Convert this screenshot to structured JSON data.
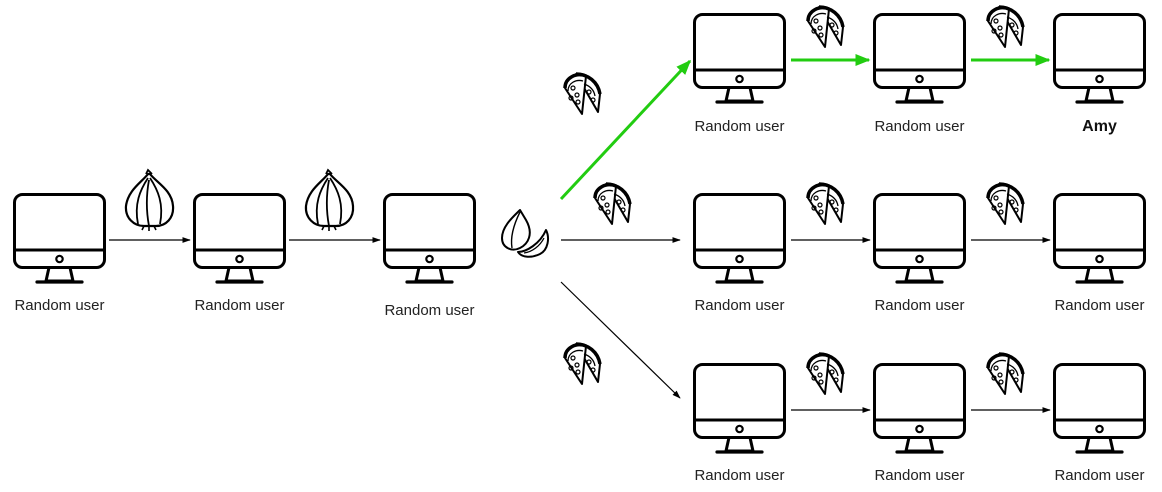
{
  "diagram": {
    "nodes": [
      {
        "id": "n1",
        "label": "Random user",
        "bold": false
      },
      {
        "id": "n2",
        "label": "Random user",
        "bold": false
      },
      {
        "id": "n3",
        "label": "Random user",
        "bold": false
      },
      {
        "id": "a1",
        "label": "Random user",
        "bold": false
      },
      {
        "id": "a2",
        "label": "Random user",
        "bold": false
      },
      {
        "id": "a3",
        "label": "Amy",
        "bold": true
      },
      {
        "id": "b1",
        "label": "Random user",
        "bold": false
      },
      {
        "id": "b2",
        "label": "Random user",
        "bold": false
      },
      {
        "id": "b3",
        "label": "Random user",
        "bold": false
      },
      {
        "id": "c1",
        "label": "Random user",
        "bold": false
      },
      {
        "id": "c2",
        "label": "Random user",
        "bold": false
      },
      {
        "id": "c3",
        "label": "Random user",
        "bold": false
      }
    ],
    "edges": [
      {
        "from": "n1",
        "to": "n2",
        "highlight": false
      },
      {
        "from": "n2",
        "to": "n3",
        "highlight": false
      },
      {
        "from": "split",
        "to": "a1",
        "highlight": true
      },
      {
        "from": "a1",
        "to": "a2",
        "highlight": true
      },
      {
        "from": "a2",
        "to": "a3",
        "highlight": true
      },
      {
        "from": "split",
        "to": "b1",
        "highlight": false
      },
      {
        "from": "b1",
        "to": "b2",
        "highlight": false
      },
      {
        "from": "b2",
        "to": "b3",
        "highlight": false
      },
      {
        "from": "split",
        "to": "c1",
        "highlight": false
      },
      {
        "from": "c1",
        "to": "c2",
        "highlight": false
      },
      {
        "from": "c2",
        "to": "c3",
        "highlight": false
      }
    ],
    "icons": {
      "computer": "computer-monitor-icon",
      "garlic": "garlic-bulb-icon",
      "garlic_clove": "garlic-clove-icon",
      "pizza": "pizza-slices-icon"
    },
    "colors": {
      "stroke": "#000000",
      "highlight": "#22cc11"
    }
  }
}
